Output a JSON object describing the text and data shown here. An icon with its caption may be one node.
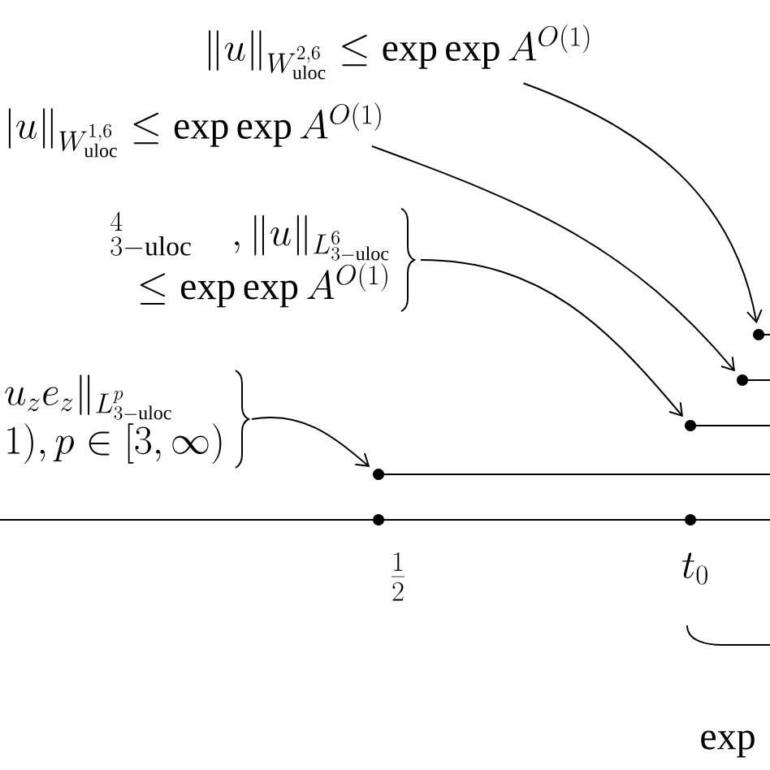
{
  "diagram": {
    "nodes": [
      {
        "text": [
          "\\|u\\|_{W^{2,6}_{\\mathrm{uloc}}} \\le \\exp\\exp A^{O(1)}"
        ]
      },
      {
        "text": [
          "|u\\|_{W^{1,6}_{\\mathrm{uloc}}} \\le \\exp\\exp A^{O(1)}"
        ]
      },
      {
        "text": [
          "{}^{4}_{3-\\mathrm{uloc}}\\quad, \\|u\\|_{L^6_{3-\\mathrm{uloc}}}",
          "\\le \\exp\\exp A^{O(1)}"
        ]
      },
      {
        "text": [
          "u_z e_z\\|_{L^p_{3-\\mathrm{uloc}}}",
          "1), p\\in[3,\\infty)"
        ]
      },
      {
        "text": [],
        "shape": "circle"
      },
      {
        "text": [],
        "shape": "circle"
      },
      {
        "text": [],
        "shape": "circle"
      },
      {
        "text": [],
        "shape": "circle"
      }
    ],
    "edges": [
      {
        "from": 0,
        "to": 7,
        "arrow": "to"
      },
      {
        "from": 1,
        "to": 6,
        "arrow": "to"
      },
      {
        "from": 2,
        "to": 5,
        "arrow": "to"
      },
      {
        "from": 3,
        "to": 4,
        "arrow": "to"
      }
    ],
    "labels": [
      "\\frac{1}{2}",
      "t_0",
      "\\exp"
    ]
  }
}
